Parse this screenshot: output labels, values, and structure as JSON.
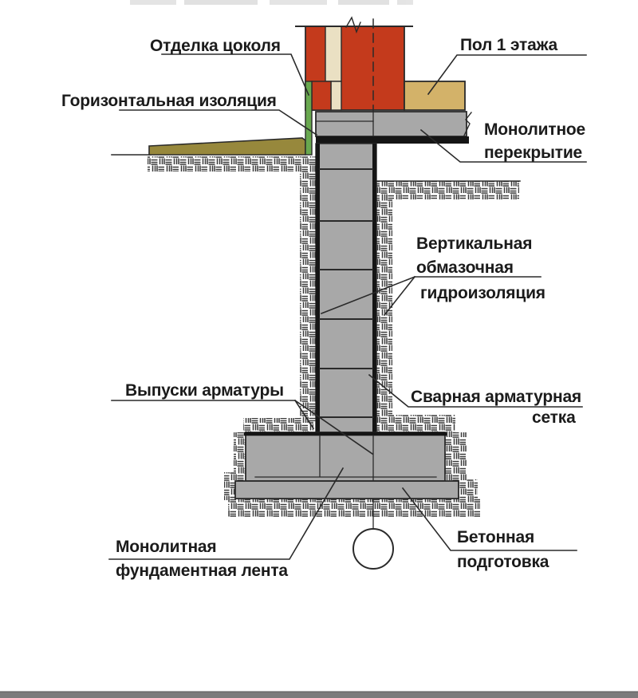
{
  "labels": {
    "plinth_finish": "Отделка цоколя",
    "horizontal_insulation": "Горизонтальная изоляция",
    "first_floor": "Пол 1 этажа",
    "monolithic_slab": {
      "line1": "Монолитное",
      "line2": "перекрытие"
    },
    "vertical_waterproofing": {
      "line1": "Вертикальная",
      "line2": "обмазочная",
      "line3": "гидроизоляция"
    },
    "rebar_outlets": "Выпуски арматуры",
    "welded_mesh": {
      "line1": "Сварная арматурная",
      "line2": "сетка"
    },
    "monolithic_strip": {
      "line1": "Монолитная",
      "line2": "фундаментная лента"
    },
    "concrete_prep": {
      "line1": "Бетонная",
      "line2": "подготовка"
    }
  },
  "colors": {
    "brick_red": "#c43a1c",
    "insulation_cream": "#eae0c3",
    "plinth_green": "#69a84f",
    "floor_tan": "#d3b269",
    "blind_area_olive": "#97883c",
    "concrete_gray": "#a8a8a8",
    "line_dark": "#2a2a2a",
    "insulation_black": "#151515",
    "hatch_dark": "#3a3a3a",
    "text": "#1b1b1b",
    "background": "#ffffff",
    "bottom_bar": "#7b7b7b"
  }
}
